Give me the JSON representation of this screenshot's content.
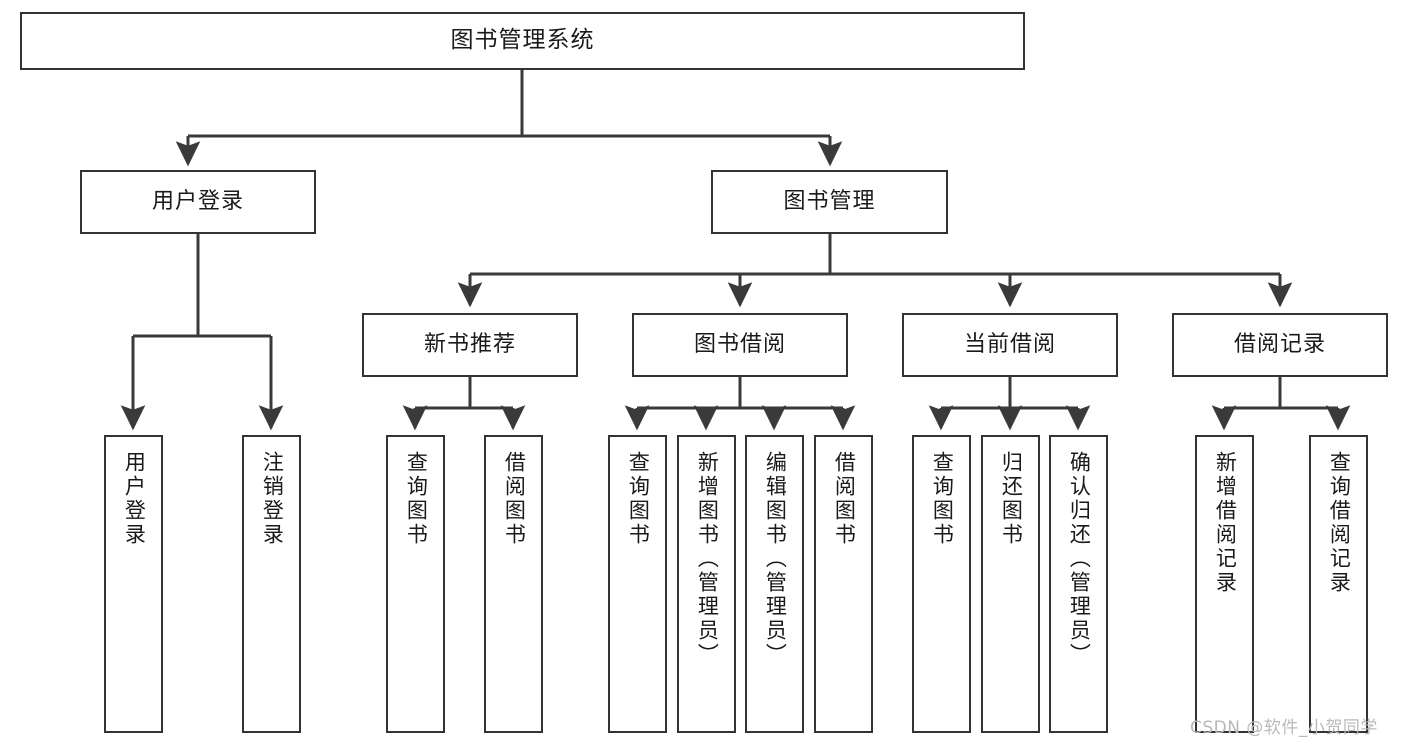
{
  "diagram": {
    "title": "图书管理系统",
    "type": "tree-hierarchy-chart",
    "colors": {
      "box_border": "#333333",
      "box_fill": "#ffffff",
      "edge": "#3a3a3a",
      "text": "#1a1a1a",
      "watermark": "#b9b9b9",
      "background": "#ffffff"
    },
    "root": {
      "id": "root",
      "label": "图书管理系统"
    },
    "level2": [
      {
        "id": "user-login",
        "label": "用户登录"
      },
      {
        "id": "book-manage",
        "label": "图书管理"
      }
    ],
    "level3": [
      {
        "id": "new-book-recommend",
        "label": "新书推荐",
        "parent": "book-manage"
      },
      {
        "id": "book-borrow",
        "label": "图书借阅",
        "parent": "book-manage"
      },
      {
        "id": "current-borrow",
        "label": "当前借阅",
        "parent": "book-manage"
      },
      {
        "id": "borrow-record",
        "label": "借阅记录",
        "parent": "book-manage"
      }
    ],
    "leaves": [
      {
        "id": "leaf-user-login",
        "label": "用户登录",
        "parent": "user-login"
      },
      {
        "id": "leaf-logout",
        "label": "注销登录",
        "parent": "user-login"
      },
      {
        "id": "leaf-query-book-1",
        "label": "查询图书",
        "parent": "new-book-recommend"
      },
      {
        "id": "leaf-borrow-book-1",
        "label": "借阅图书",
        "parent": "new-book-recommend"
      },
      {
        "id": "leaf-query-book-2",
        "label": "查询图书",
        "parent": "book-borrow"
      },
      {
        "id": "leaf-add-book",
        "label": "新增图书（管理员）",
        "parent": "book-borrow"
      },
      {
        "id": "leaf-edit-book",
        "label": "编辑图书（管理员）",
        "parent": "book-borrow"
      },
      {
        "id": "leaf-borrow-book-2",
        "label": "借阅图书",
        "parent": "book-borrow"
      },
      {
        "id": "leaf-query-book-3",
        "label": "查询图书",
        "parent": "current-borrow"
      },
      {
        "id": "leaf-return-book",
        "label": "归还图书",
        "parent": "current-borrow"
      },
      {
        "id": "leaf-confirm-return",
        "label": "确认归还（管理员）",
        "parent": "current-borrow"
      },
      {
        "id": "leaf-add-record",
        "label": "新增借阅记录",
        "parent": "borrow-record"
      },
      {
        "id": "leaf-query-record",
        "label": "查询借阅记录",
        "parent": "borrow-record"
      }
    ],
    "watermark": "CSDN @软件_小贺同学"
  }
}
